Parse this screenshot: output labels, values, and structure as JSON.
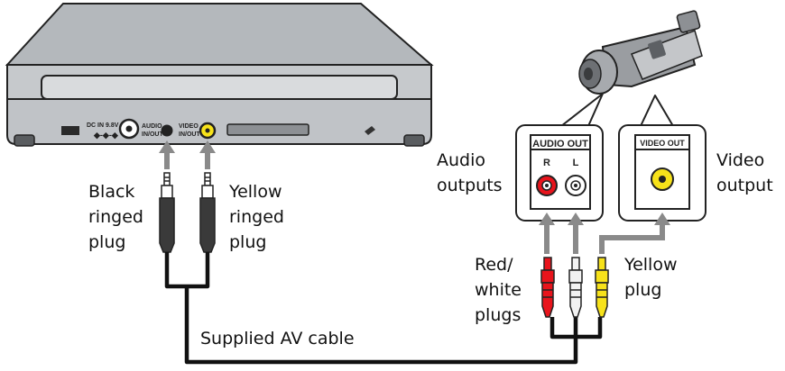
{
  "device": {
    "dc_in_label": "DC IN 9.8V",
    "audio_jack_label_1": "AUDIO",
    "audio_jack_label_2": "IN/OUT",
    "video_jack_label_1": "VIDEO",
    "video_jack_label_2": "IN/OUT"
  },
  "plugs": {
    "black_line1": "Black",
    "black_line2": "ringed",
    "black_line3": "plug",
    "yellow_line1": "Yellow",
    "yellow_line2": "ringed",
    "yellow_line3": "plug",
    "rw_line1": "Red/",
    "rw_line2": "white",
    "rw_line3": "plugs",
    "yplug_line1": "Yellow",
    "yplug_line2": "plug"
  },
  "camcorder": {
    "audio_out_title": "AUDIO OUT",
    "r_label": "R",
    "l_label": "L",
    "video_out_title": "VIDEO OUT"
  },
  "callouts": {
    "audio_line1": "Audio",
    "audio_line2": "outputs",
    "video_line1": "Video",
    "video_line2": "output"
  },
  "cable": {
    "label": "Supplied AV cable"
  },
  "colors": {
    "red_plug": "#e8141c",
    "yellow_plug": "#f7e21a",
    "white_plug": "#f2f2f2",
    "arrow_gray": "#8a8a8a",
    "device_gray": "#b9bcc0"
  }
}
